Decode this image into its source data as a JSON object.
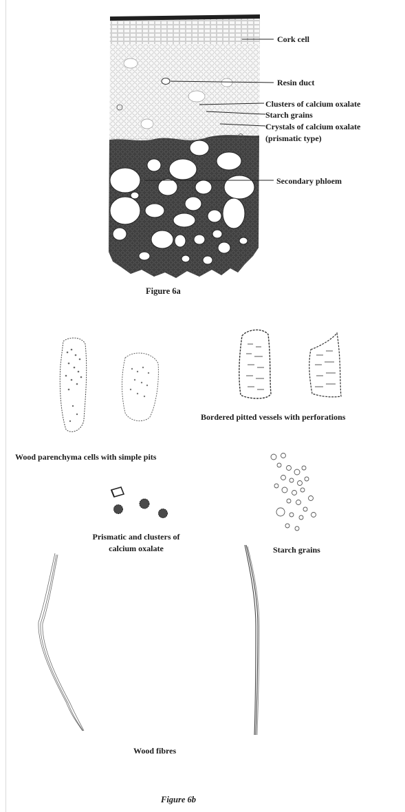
{
  "figure_6a": {
    "caption": "Figure 6a",
    "labels": {
      "cork_cell": "Cork cell",
      "resin_duct": "Resin duct",
      "clusters": "Clusters of calcium oxalate",
      "starch": "Starch grains",
      "crystals_line1": "Crystals of calcium oxalate",
      "crystals_line2": "(prismatic type)",
      "phloem": "Secondary phloem"
    }
  },
  "figure_6b": {
    "caption": "Figure 6b",
    "labels": {
      "vessels": "Bordered pitted vessels with perforations",
      "parenchyma": "Wood parenchyma cells with simple pits",
      "oxalate_line1": "Prismatic and clusters of",
      "oxalate_line2": "calcium oxalate",
      "starch": "Starch grains",
      "fibres": "Wood fibres"
    }
  }
}
